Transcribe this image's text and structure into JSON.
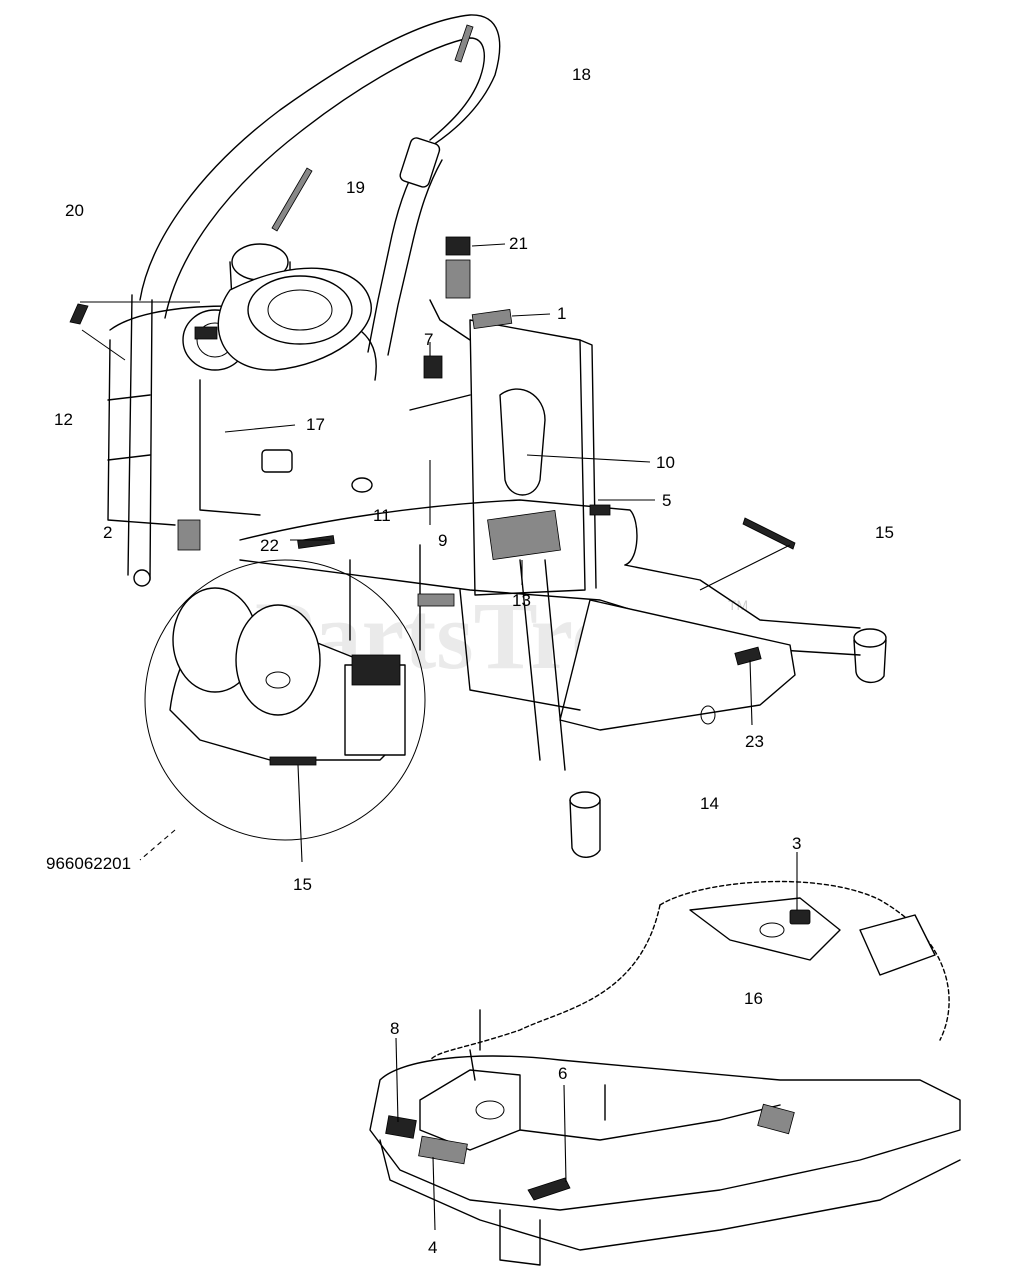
{
  "watermark": {
    "text": "PartsTree",
    "tm": "TM"
  },
  "assembly_number": "966062201",
  "callouts": [
    {
      "id": "c18",
      "text": "18"
    },
    {
      "id": "c19",
      "text": "19"
    },
    {
      "id": "c20",
      "text": "20"
    },
    {
      "id": "c21",
      "text": "21"
    },
    {
      "id": "c1",
      "text": "1"
    },
    {
      "id": "c7",
      "text": "7"
    },
    {
      "id": "c12",
      "text": "12"
    },
    {
      "id": "c17",
      "text": "17"
    },
    {
      "id": "c10",
      "text": "10"
    },
    {
      "id": "c5",
      "text": "5"
    },
    {
      "id": "c2",
      "text": "2"
    },
    {
      "id": "c11",
      "text": "11"
    },
    {
      "id": "c9",
      "text": "9"
    },
    {
      "id": "c22",
      "text": "22"
    },
    {
      "id": "c13",
      "text": "13"
    },
    {
      "id": "c15a",
      "text": "15"
    },
    {
      "id": "c23",
      "text": "23"
    },
    {
      "id": "c14",
      "text": "14"
    },
    {
      "id": "c15b",
      "text": "15"
    },
    {
      "id": "c3",
      "text": "3"
    },
    {
      "id": "c16",
      "text": "16"
    },
    {
      "id": "c8",
      "text": "8"
    },
    {
      "id": "c6",
      "text": "6"
    },
    {
      "id": "c4",
      "text": "4"
    }
  ]
}
